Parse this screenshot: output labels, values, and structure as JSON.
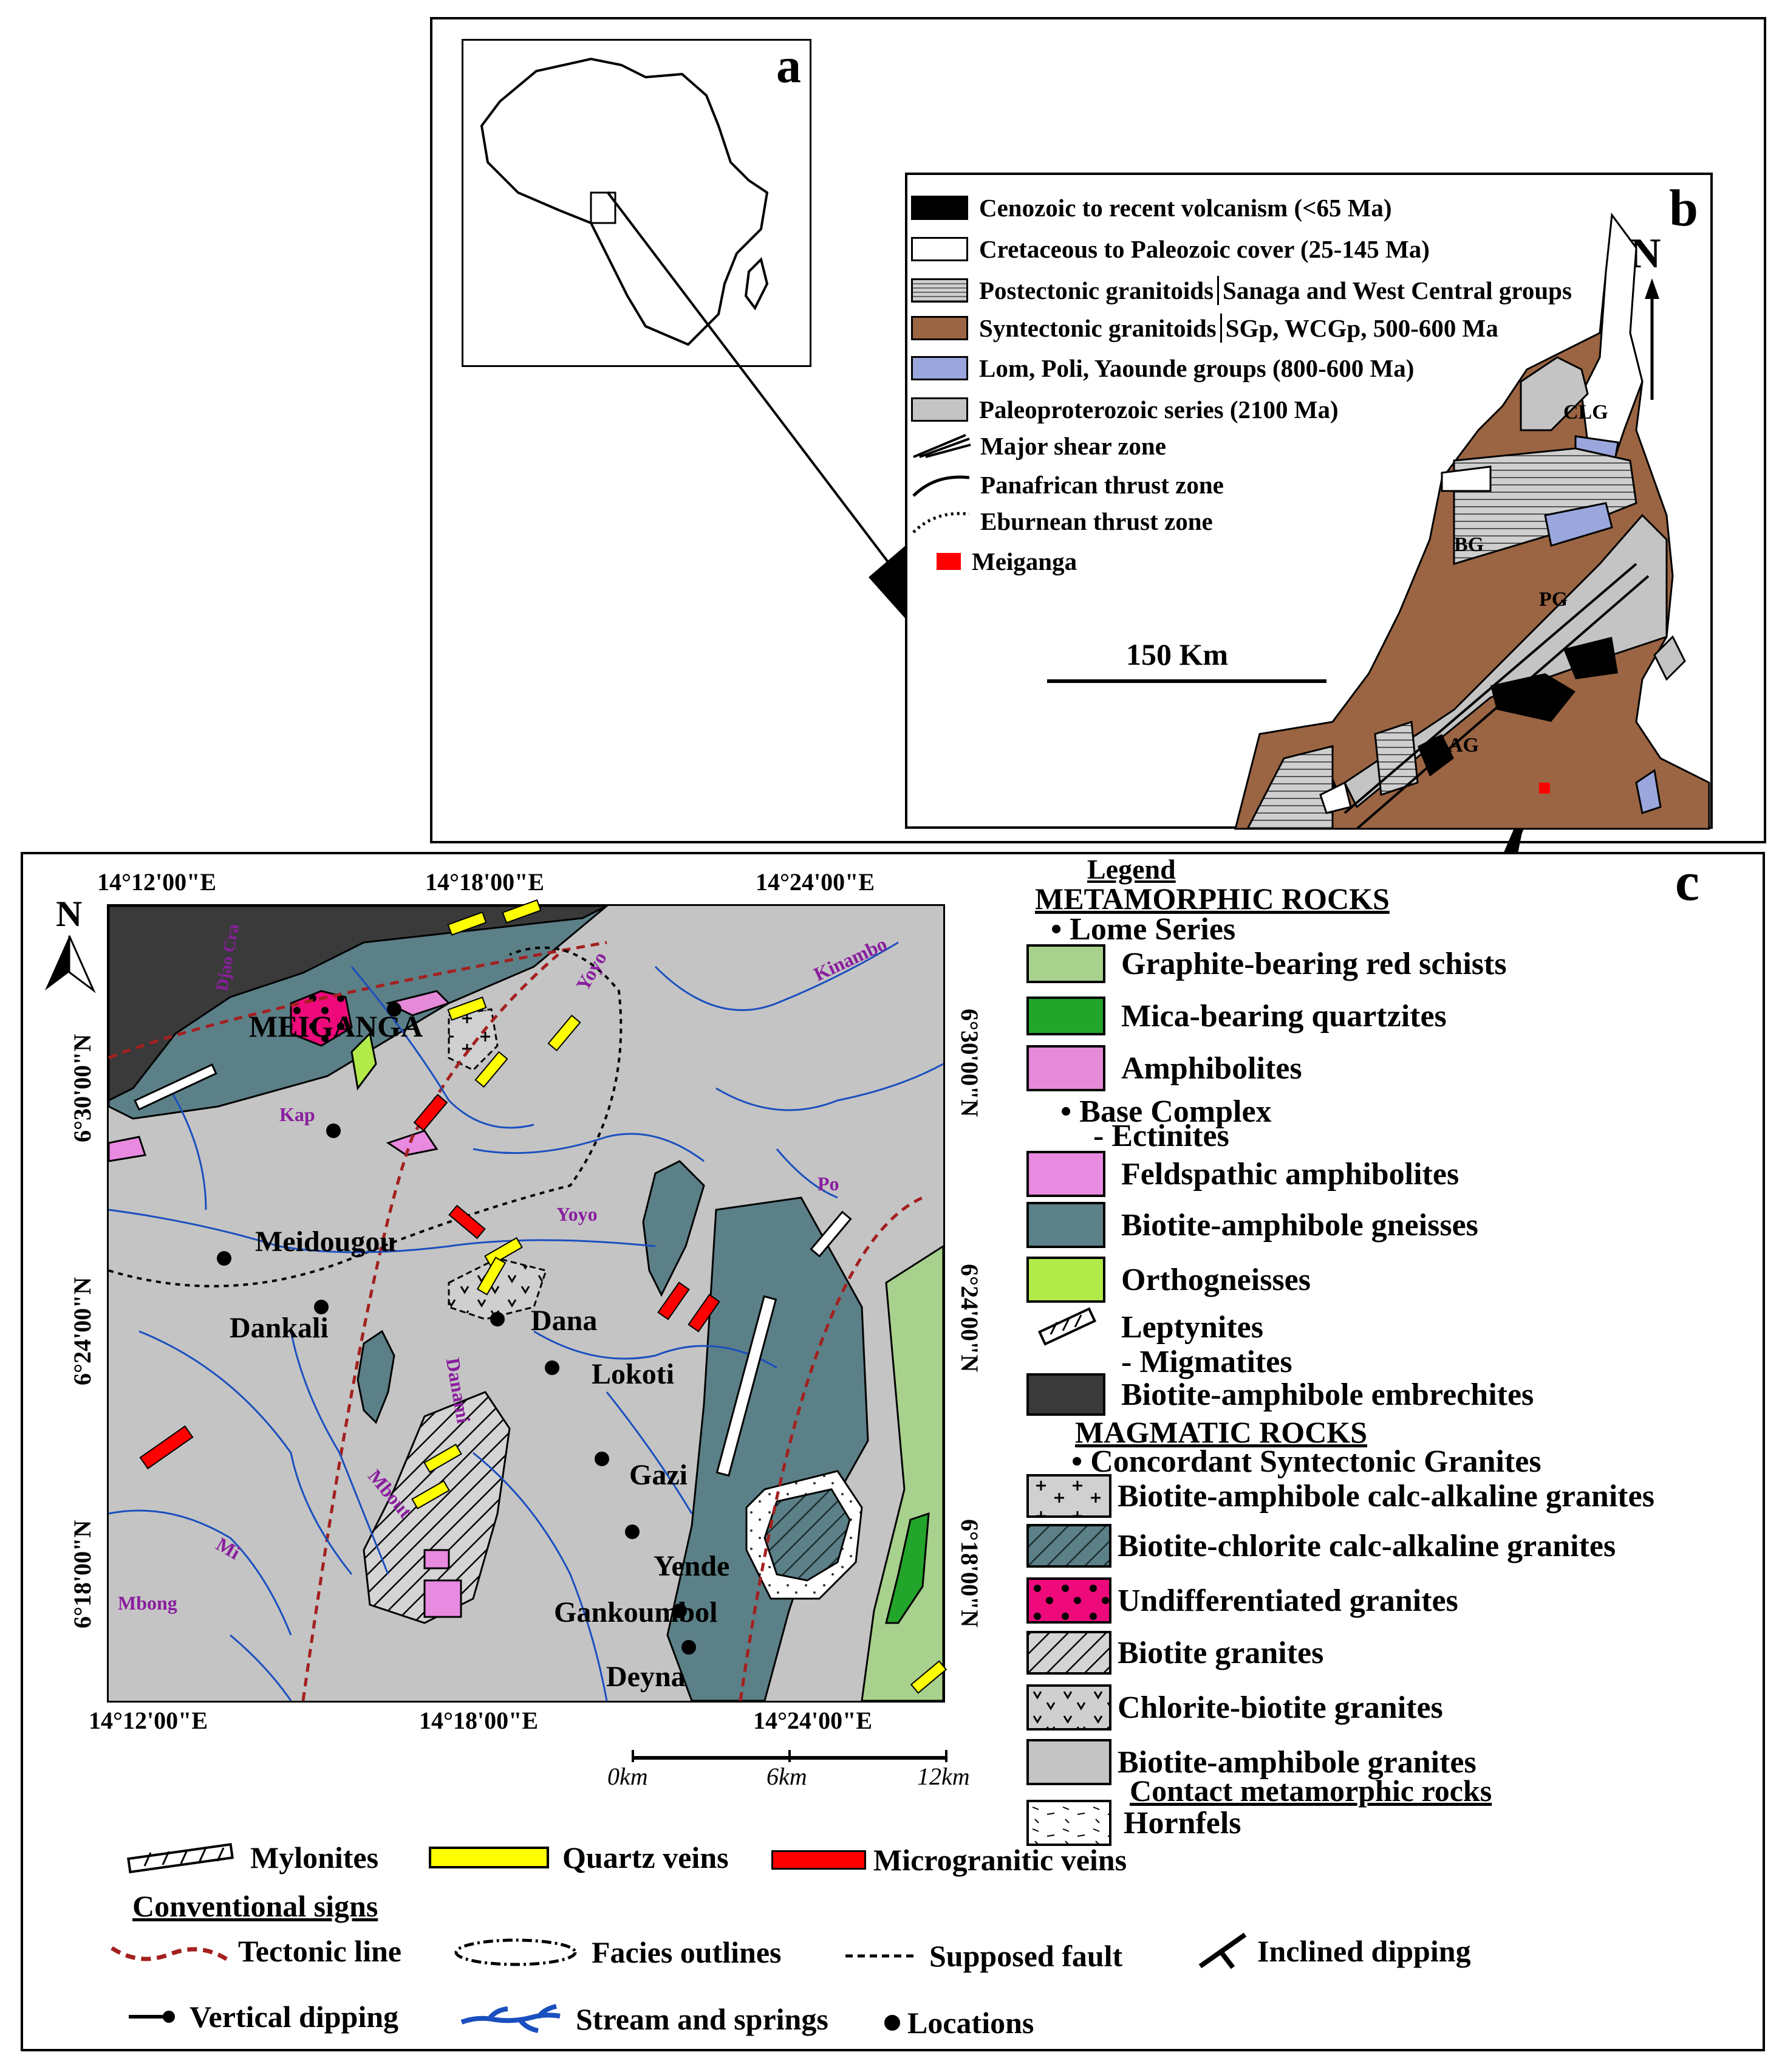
{
  "panel_a": {
    "letter": "a"
  },
  "panel_b": {
    "letter": "b",
    "north": "N",
    "scale": "150 Km",
    "regions": [
      "CLG",
      "BG",
      "PG",
      "AG"
    ],
    "legend": [
      {
        "label": "Cenozoic to recent volcanism (<65 Ma)",
        "color": "#000000"
      },
      {
        "label": "Cretaceous to Paleozoic cover (25-145 Ma)",
        "color": "#ffffff"
      },
      {
        "label": "Postectonic granitoids",
        "extra": "Sanaga and West Central groups",
        "color": "#c8c8c8",
        "hatch": true
      },
      {
        "label": "Syntectonic granitoids",
        "extra": "SGp, WCGp, 500-600 Ma",
        "color": "#9b6543"
      },
      {
        "label": "Lom, Poli, Yaounde groups (800-600 Ma)",
        "color": "#9aa6dc"
      },
      {
        "label": "Paleoproterozoic series (2100 Ma)",
        "color": "#c4c4c4"
      },
      {
        "label": "Major shear zone",
        "symbol": "shear"
      },
      {
        "label": "Panafrican thrust zone",
        "symbol": "thrust"
      },
      {
        "label": "Eburnean thrust zone",
        "symbol": "dotted"
      },
      {
        "label": "Meiganga",
        "color": "#ff0000",
        "symbol": "small"
      }
    ]
  },
  "panel_c": {
    "letter": "c",
    "north": "N",
    "coords_top": [
      "14°12'00\"E",
      "14°18'00\"E",
      "14°24'00\"E"
    ],
    "coords_bottom": [
      "14°12'00\"E",
      "14°18'00\"E",
      "14°24'00\"E"
    ],
    "coords_left": [
      "6°30'00\"N",
      "6°24'00\"N",
      "6°18'00\"N"
    ],
    "coords_right": [
      "6°30'00\"N",
      "6°24'00\"N",
      "6°18'00\"N"
    ],
    "scale": [
      "0km",
      "6km",
      "12km"
    ],
    "places": [
      "MEIGANGA",
      "Meidougou",
      "Dankali",
      "Dana",
      "Lokoti",
      "Gazi",
      "Yende",
      "Gankoumbol",
      "Deyna"
    ],
    "rivers": [
      "Yoyo",
      "Yoyo",
      "Kinambo",
      "Kap",
      "Po",
      "Danami",
      "Mbout",
      "Mi",
      "Mbong",
      "Djao Cra"
    ],
    "legend_title": "Legend",
    "metamorphic_head": "METAMORPHIC ROCKS",
    "lome_head": "Lome Series",
    "base_head": "Base Complex",
    "ectinites": "- Ectinites",
    "migmatites": "- Migmatites",
    "magmatic_head": "MAGMATIC ROCKS",
    "concordant_head": "Concordant Syntectonic Granites",
    "contact_head": "Contact metamorphic rocks",
    "units": [
      {
        "label": "Graphite-bearing red schists",
        "color": "#a9d18e"
      },
      {
        "label": "Mica-bearing quartzites",
        "color": "#22a52a"
      },
      {
        "label": "Amphibolites",
        "color": "#e48ad8"
      },
      {
        "label": "Feldspathic amphibolites",
        "color": "#e88ae0"
      },
      {
        "label": "Biotite-amphibole gneisses",
        "color": "#5c8087"
      },
      {
        "label": "Orthogneisses",
        "color": "#b2ea4a"
      },
      {
        "label": "Leptynites",
        "symbol": "leptynite"
      },
      {
        "label": "Biotite-amphibole embrechites",
        "color": "#3a3a3a"
      },
      {
        "label": "Biotite-amphibole calc-alkaline granites",
        "color": "#d0d0d0",
        "pattern": "cross"
      },
      {
        "label": "Biotite-chlorite calc-alkaline granites",
        "color": "#5c8087",
        "pattern": "hatch"
      },
      {
        "label": "Undifferentiated granites",
        "color": "#ee0a7a",
        "pattern": "dots"
      },
      {
        "label": "Biotite granites",
        "color": "#cfcfcf",
        "pattern": "hatch"
      },
      {
        "label": "Chlorite-biotite granites",
        "color": "#cfcfcf",
        "pattern": "v"
      },
      {
        "label": "Biotite-amphibole granites",
        "color": "#c4c4c4"
      },
      {
        "label": "Hornfels",
        "color": "#ffffff",
        "pattern": "dash"
      }
    ]
  },
  "bottom_legend": {
    "veins": [
      {
        "label": "Mylonites",
        "symbol": "mylonite"
      },
      {
        "label": "Quartz veins",
        "color": "#ffff00"
      },
      {
        "label": "Microgranitic veins",
        "color": "#ff0000"
      }
    ],
    "conventional_head": "Conventional signs",
    "signs": [
      {
        "label": "Tectonic line",
        "color": "#a3201f"
      },
      {
        "label": "Facies outlines"
      },
      {
        "label": "Supposed fault"
      },
      {
        "label": "Inclined dipping"
      },
      {
        "label": "Vertical dipping"
      },
      {
        "label": "Stream and springs",
        "color": "#1a4fbf"
      },
      {
        "label": "Locations"
      }
    ]
  }
}
